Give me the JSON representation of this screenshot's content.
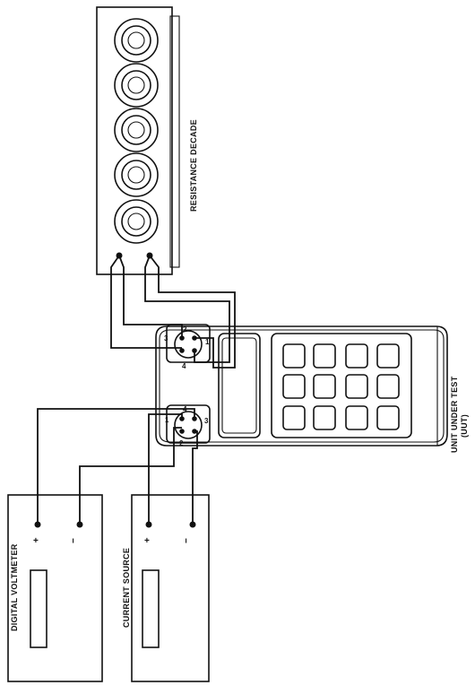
{
  "labels": {
    "resistance_decade": "RESISTANCE DECADE",
    "uut_line1": "UNIT UNDER TEST",
    "uut_line2": "(UUT)",
    "digital_voltmeter": "DIGITAL VOLTMETER",
    "current_source": "CURRENT SOURCE"
  },
  "terminals": {
    "dvm_plus": "+",
    "dvm_minus": "−",
    "cs_plus": "+",
    "cs_minus": "−"
  },
  "connector_top_pins": {
    "p1": "1",
    "p2": "2",
    "p3": "3",
    "p4": "4"
  },
  "connector_bottom_pins": {
    "p1": "1",
    "p2": "2",
    "p3": "3",
    "p4": "4"
  }
}
